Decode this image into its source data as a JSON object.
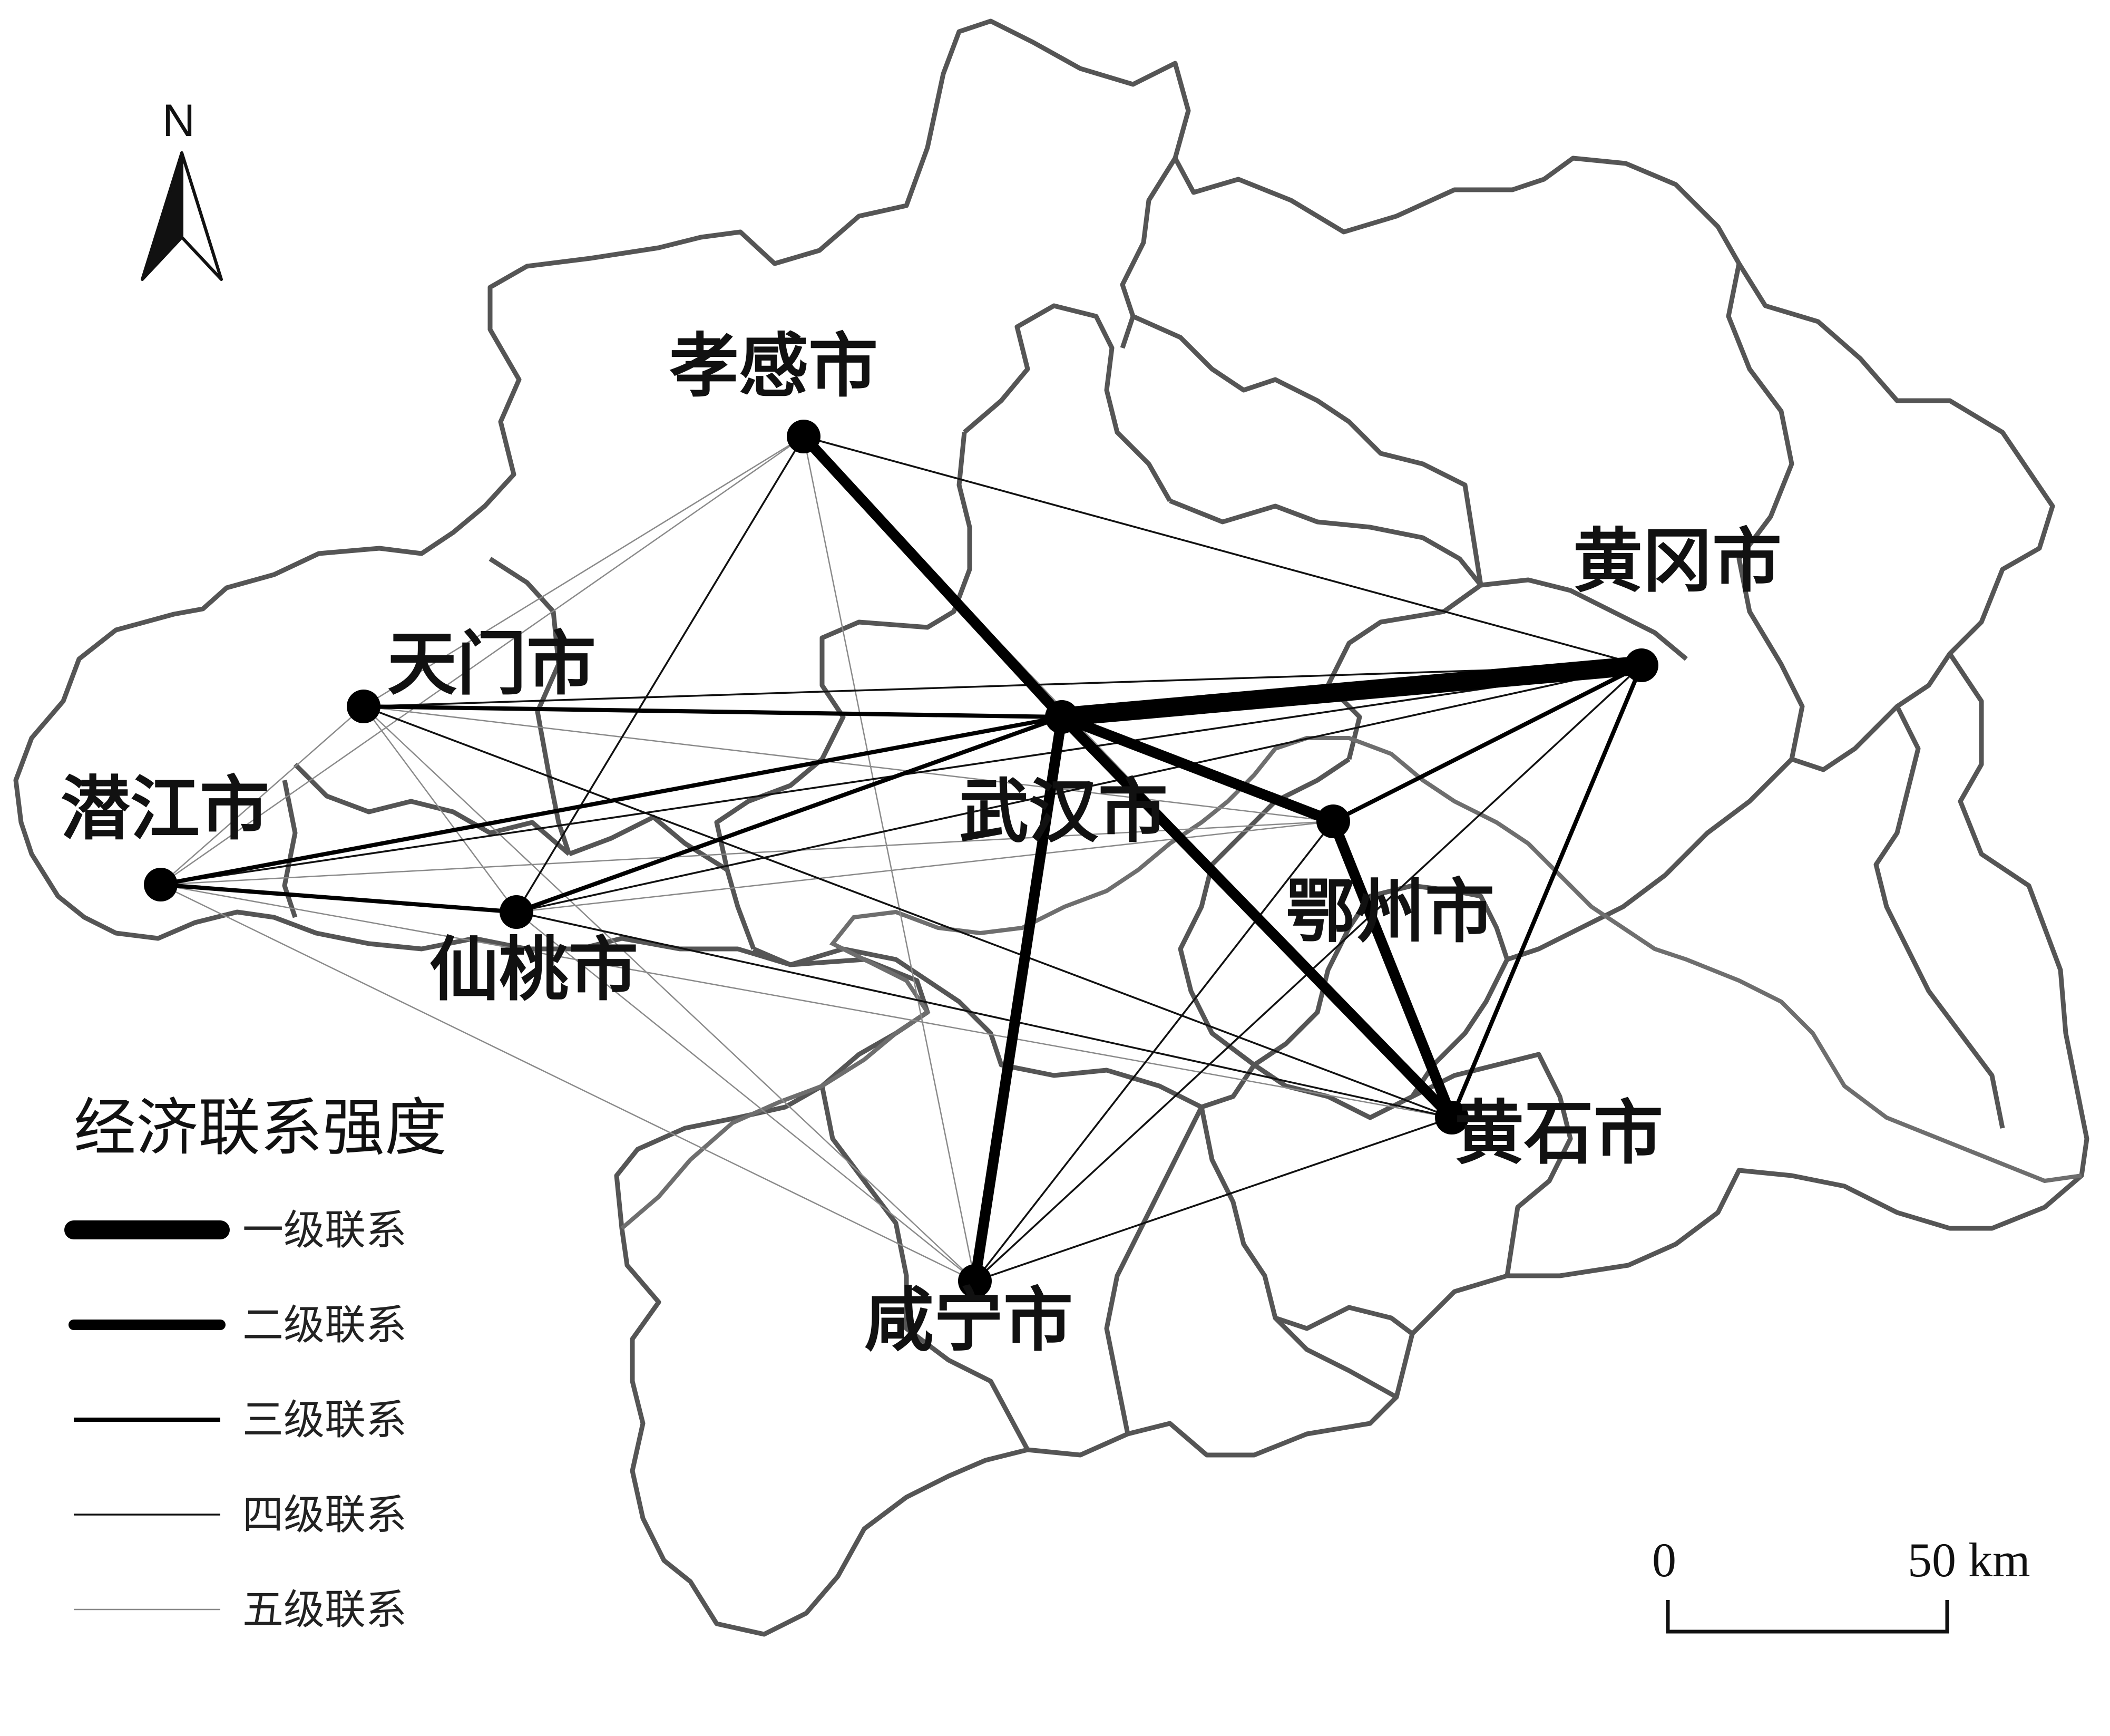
{
  "cities": [
    {
      "id": "xiaogan",
      "name": "孝感市"
    },
    {
      "id": "huanggang",
      "name": "黄冈市"
    },
    {
      "id": "tianmen",
      "name": "天门市"
    },
    {
      "id": "wuhan",
      "name": "武汉市"
    },
    {
      "id": "qianjiang",
      "name": "潜江市"
    },
    {
      "id": "ezhou",
      "name": "鄂州市"
    },
    {
      "id": "xiantao",
      "name": "仙桃市"
    },
    {
      "id": "huangshi",
      "name": "黄石市"
    },
    {
      "id": "xianning",
      "name": "咸宁市"
    }
  ],
  "links": [
    {
      "from": "wuhan",
      "to": "huanggang",
      "level": 1
    },
    {
      "from": "wuhan",
      "to": "xiaogan",
      "level": 2
    },
    {
      "from": "wuhan",
      "to": "ezhou",
      "level": 2
    },
    {
      "from": "wuhan",
      "to": "huangshi",
      "level": 2
    },
    {
      "from": "wuhan",
      "to": "xianning",
      "level": 2
    },
    {
      "from": "ezhou",
      "to": "huangshi",
      "level": 2
    },
    {
      "from": "tianmen",
      "to": "wuhan",
      "level": 3
    },
    {
      "from": "qianjiang",
      "to": "wuhan",
      "level": 3
    },
    {
      "from": "qianjiang",
      "to": "xiantao",
      "level": 3
    },
    {
      "from": "xiantao",
      "to": "wuhan",
      "level": 3
    },
    {
      "from": "ezhou",
      "to": "huanggang",
      "level": 3
    },
    {
      "from": "huangshi",
      "to": "huanggang",
      "level": 3
    },
    {
      "from": "xiaogan",
      "to": "huanggang",
      "level": 4
    },
    {
      "from": "xiaogan",
      "to": "xiantao",
      "level": 4
    },
    {
      "from": "tianmen",
      "to": "huanggang",
      "level": 4
    },
    {
      "from": "qianjiang",
      "to": "huanggang",
      "level": 4
    },
    {
      "from": "xiantao",
      "to": "huanggang",
      "level": 4
    },
    {
      "from": "xianning",
      "to": "huangshi",
      "level": 4
    },
    {
      "from": "xianning",
      "to": "ezhou",
      "level": 4
    },
    {
      "from": "xianning",
      "to": "huanggang",
      "level": 4
    },
    {
      "from": "tianmen",
      "to": "huangshi",
      "level": 4
    },
    {
      "from": "xiantao",
      "to": "huangshi",
      "level": 4
    },
    {
      "from": "xiaogan",
      "to": "tianmen",
      "level": 5
    },
    {
      "from": "xiaogan",
      "to": "qianjiang",
      "level": 5
    },
    {
      "from": "xiaogan",
      "to": "xianning",
      "level": 5
    },
    {
      "from": "xiaogan",
      "to": "huangshi",
      "level": 5
    },
    {
      "from": "tianmen",
      "to": "xianning",
      "level": 5
    },
    {
      "from": "tianmen",
      "to": "ezhou",
      "level": 5
    },
    {
      "from": "tianmen",
      "to": "xiantao",
      "level": 5
    },
    {
      "from": "qianjiang",
      "to": "xianning",
      "level": 5
    },
    {
      "from": "qianjiang",
      "to": "huangshi",
      "level": 5
    },
    {
      "from": "qianjiang",
      "to": "ezhou",
      "level": 5
    },
    {
      "from": "qianjiang",
      "to": "tianmen",
      "level": 5
    },
    {
      "from": "xiantao",
      "to": "xianning",
      "level": 5
    },
    {
      "from": "xiantao",
      "to": "ezhou",
      "level": 5
    }
  ],
  "legend": {
    "title": "经济联系强度",
    "items": [
      {
        "level": 1,
        "label": "一级联系"
      },
      {
        "level": 2,
        "label": "二级联系"
      },
      {
        "level": 3,
        "label": "三级联系"
      },
      {
        "level": 4,
        "label": "四级联系"
      },
      {
        "level": 5,
        "label": "五级联系"
      }
    ]
  },
  "north_arrow": {
    "label": "N"
  },
  "scale_bar": {
    "start_label": "0",
    "end_label": "50 km"
  }
}
